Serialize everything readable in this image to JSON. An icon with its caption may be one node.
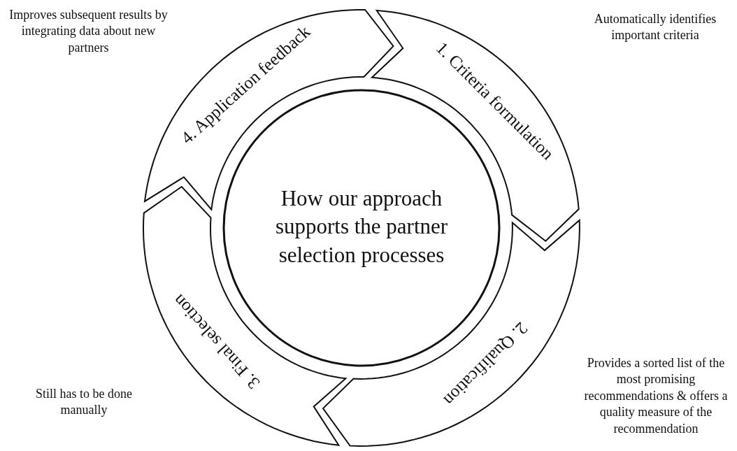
{
  "diagram": {
    "nodes": [
      {
        "text": [
          "How our approach supports the partner selection processes"
        ]
      },
      {
        "text": [
          "1. Criteria formulation"
        ],
        "beside": [
          "Automatically identifies important criteria"
        ]
      },
      {
        "text": [
          "2. Qualification"
        ],
        "beside": [
          "Provides a sorted list of the most promising recommendations & offers a quality measure of the recommendation"
        ]
      },
      {
        "text": [
          "3. Final selection"
        ],
        "beside": [
          "Still has to be done manually"
        ]
      },
      {
        "text": [
          "4. Application feedback"
        ],
        "beside": [
          "Improves subsequent results by integrating data about new partners"
        ]
      }
    ]
  }
}
